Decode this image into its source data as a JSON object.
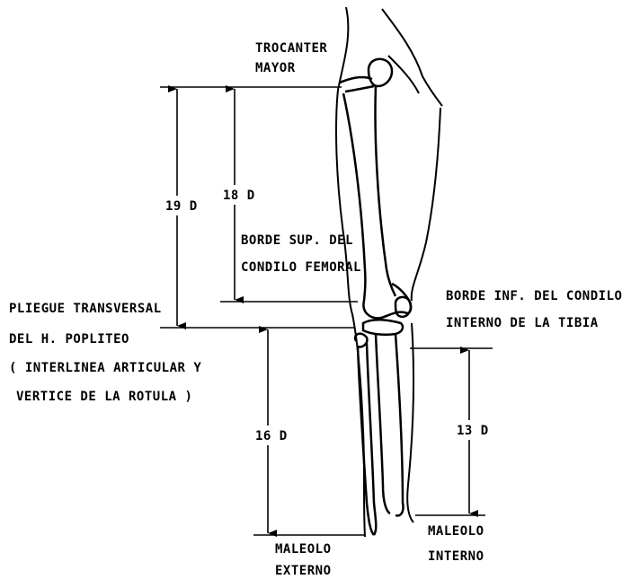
{
  "labels": {
    "trocanter_line1": "TROCANTER",
    "trocanter_line2": "MAYOR",
    "borde_sup_line1": "BORDE SUP. DEL",
    "borde_sup_line2": "CONDILO FEMORAL",
    "pliegue_line1": "PLIEGUE TRANSVERSAL",
    "pliegue_line2": "DEL H. POPLITEO",
    "pliegue_line3": "( INTERLINEA ARTICULAR Y",
    "pliegue_line4": "VERTICE DE LA ROTULA )",
    "borde_inf_line1": "BORDE INF. DEL CONDILO",
    "borde_inf_line2": "INTERNO DE LA TIBIA",
    "maleolo_ext_line1": "MALEOLO",
    "maleolo_ext_line2": "EXTERNO",
    "maleolo_int_line1": "MALEOLO",
    "maleolo_int_line2": "INTERNO"
  },
  "measurements": {
    "thigh_outer": "19 D",
    "thigh_inner": "18 D",
    "leg_outer": "16 D",
    "leg_inner": "13 D"
  }
}
